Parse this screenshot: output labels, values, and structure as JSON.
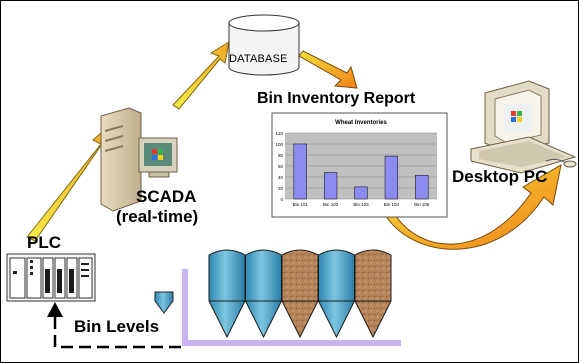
{
  "labels": {
    "database": "DATABASE",
    "report_title": "Bin Inventory Report",
    "scada_line1": "SCADA",
    "scada_line2": "(real-time)",
    "plc": "PLC",
    "desktop": "Desktop PC",
    "bin_levels": "Bin Levels"
  },
  "colors": {
    "arrow_yellow": "#f6e23a",
    "arrow_orange": "#f08a1c",
    "bin_blue": "#4aa6c8",
    "bin_brown": "#b7865c",
    "lavender_line": "#c9b4f2",
    "bar_fill": "#8c8cf0",
    "chart_bg": "#c0c0c0"
  },
  "chart_data": {
    "type": "bar",
    "title": "Wheat Inventories",
    "categories": [
      "Bin 101",
      "Bin 102",
      "Bin 103",
      "Bin 104",
      "Bin 105"
    ],
    "values": [
      100,
      48,
      22,
      78,
      43
    ],
    "ylim": [
      0,
      120
    ],
    "yticks": [
      0,
      20,
      40,
      60,
      80,
      100,
      120
    ],
    "xlabel": "",
    "ylabel": "",
    "grid": true,
    "legend": "none"
  }
}
